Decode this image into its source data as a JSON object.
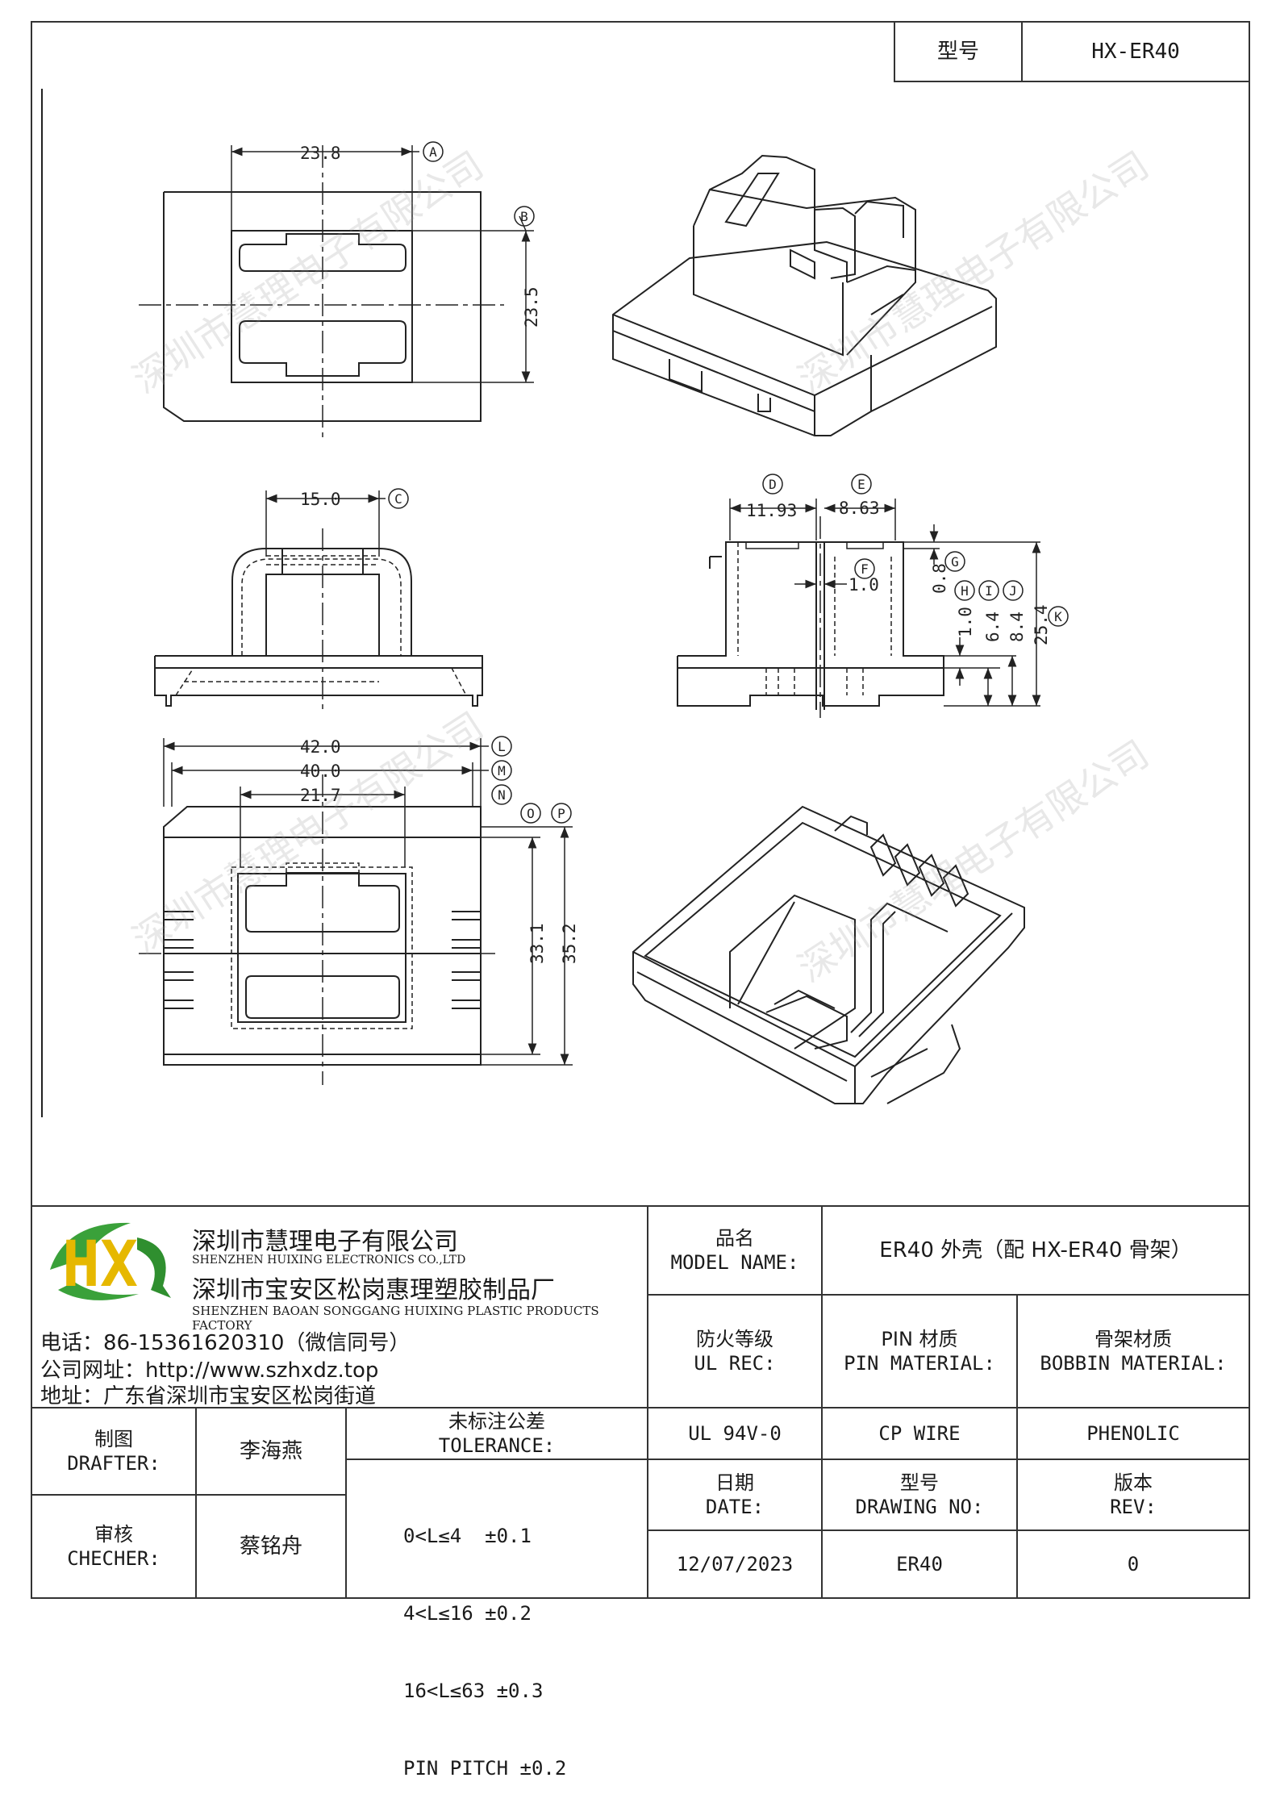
{
  "header": {
    "model_label": "型号",
    "model_value": "HX-ER40"
  },
  "drawing": {
    "labels": {
      "A": "A",
      "B": "B",
      "C": "C",
      "D": "D",
      "E": "E",
      "F": "F",
      "G": "G",
      "H": "H",
      "I": "I",
      "J": "J",
      "K": "K",
      "L": "L",
      "M": "M",
      "N": "N",
      "O": "O",
      "P": "P"
    },
    "dims": {
      "top_width": "23.8",
      "top_height": "23.5",
      "front_width": "15.0",
      "side_d": "11.93",
      "side_e": "8.63",
      "side_f": "1.0",
      "side_g": "0.8",
      "side_h": "1.0",
      "side_i": "6.4",
      "side_j": "8.4",
      "side_k": "25.4",
      "bottom_l": "42.0",
      "bottom_m": "40.0",
      "bottom_n": "21.7",
      "bottom_o": "33.1",
      "bottom_p": "35.2"
    }
  },
  "watermark": "深圳市慧理电子有限公司",
  "company": {
    "logo_letters": "HX",
    "name_cn": "深圳市慧理电子有限公司",
    "name_en": "SHENZHEN HUIXING ELECTRONICS CO.,LTD",
    "factory_cn": "深圳市宝安区松岗惠理塑胶制品厂",
    "factory_en": "SHENZHEN BAOAN SONGGANG HUIXING PLASTIC PRODUCTS FACTORY",
    "phone": "电话：86-15361620310（微信同号）",
    "website": "公司网址：http://www.szhxdz.top",
    "address": "地址：广东省深圳市宝安区松岗街道"
  },
  "titleblock": {
    "model_name_cn": "品名",
    "model_name_en": "MODEL NAME:",
    "model_name_value": "ER40 外壳（配 HX-ER40 骨架）",
    "ul_cn": "防火等级",
    "ul_en": "UL REC:",
    "pin_cn": "PIN 材质",
    "pin_en": "PIN MATERIAL:",
    "bobbin_cn": "骨架材质",
    "bobbin_en": "BOBBIN MATERIAL:",
    "ul_value": "UL 94V-0",
    "pin_value": "CP WIRE",
    "bobbin_value": "PHENOLIC",
    "drafter_cn": "制图",
    "drafter_en": "DRAFTER:",
    "drafter_name": "李海燕",
    "checker_cn": "审核",
    "checker_en": "CHECHER:",
    "checker_name": "蔡铭舟",
    "tolerance_cn": "未标注公差",
    "tolerance_en": "TOLERANCE:",
    "tol1": "0<L≤4  ±0.1",
    "tol2": "4<L≤16 ±0.2",
    "tol3": "16<L≤63 ±0.3",
    "tol4": "PIN PITCH ±0.2",
    "date_cn": "日期",
    "date_en": "DATE:",
    "drawing_cn": "型号",
    "drawing_en": "DRAWING NO:",
    "rev_cn": "版本",
    "rev_en": "REV:",
    "date_value": "12/07/2023",
    "drawing_value": "ER40",
    "rev_value": "0"
  }
}
